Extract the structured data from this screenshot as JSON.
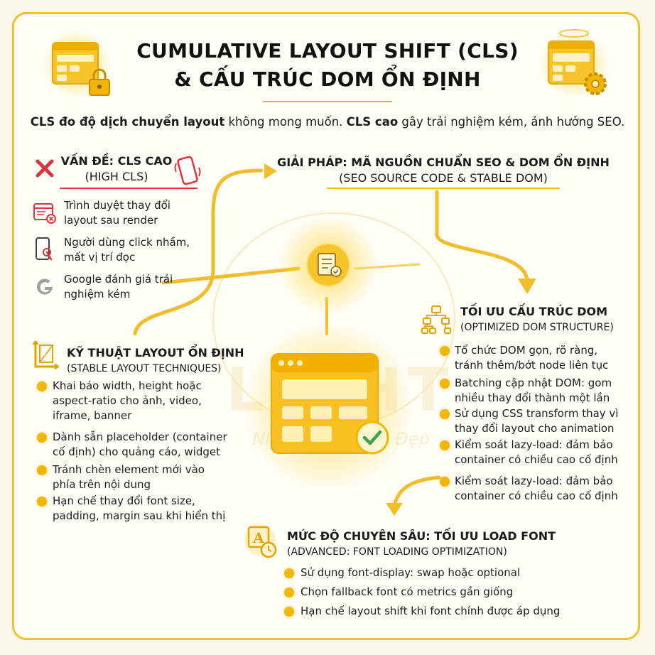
{
  "title": {
    "line1": "CUMULATIVE LAYOUT SHIFT (CLS)",
    "line2": "& CẤU TRÚC DOM ỔN ĐỊNH"
  },
  "intro": {
    "part1_bold": "CLS đo độ dịch chuyển layout",
    "part2": " không mong muốn. ",
    "part3_bold": "CLS cao",
    "part4": " gây trải nghiệm kém, ảnh hưởng SEO."
  },
  "problem": {
    "heading_line1": "VẤN ĐỀ: CLS CAO",
    "heading_line2": "(HIGH CLS)",
    "items": [
      {
        "line1": "Trình duyệt thay đổi",
        "line2": "layout sau render",
        "icon": "browser-error-icon"
      },
      {
        "line1": "Người dùng click nhầm,",
        "line2": "mất vị trí đọc",
        "icon": "phone-tap-icon"
      },
      {
        "line1": "Google đánh giá trải",
        "line2": "nghiệm kém",
        "icon": "google-icon"
      }
    ]
  },
  "solution": {
    "heading_line1": "GIẢI PHÁP: MÃ NGUỒN CHUẨN SEO & DOM ỔN ĐỊNH",
    "heading_line2": "(SEO SOURCE CODE & STABLE DOM)"
  },
  "dom": {
    "heading_line1": "TỐI ƯU CẤU TRÚC DOM",
    "heading_line2": "(OPTIMIZED DOM STRUCTURE)",
    "items": [
      {
        "line1": "Tổ chức DOM gọn, rõ ràng,",
        "line2": "tránh thêm/bớt node liên tục"
      },
      {
        "line1": "Batching cập nhật DOM: gom",
        "line2": "nhiều thay đổi thành một lần"
      },
      {
        "line1": "Sử dụng CSS transform thay vì",
        "line2": "thay đổi layout cho animation"
      },
      {
        "line1": "Kiểm soát lazy-load: đảm bảo",
        "line2": "container có chiều cao cố định"
      },
      {
        "line1": "Kiểm soát lazy-load: đảm bảo",
        "line2": "container có chiều cao cố định"
      }
    ]
  },
  "layout": {
    "heading_line1": "KỸ THUẬT LAYOUT ỔN ĐỊNH",
    "heading_line2": "(STABLE LAYOUT TECHNIQUES)",
    "items": [
      {
        "lines": [
          "Khai báo width, height hoặc",
          "aspect-ratio cho ảnh, video,",
          "iframe, banner"
        ]
      },
      {
        "lines": [
          "Dành sẵn placeholder (container",
          "cố định) cho quảng cáo, widget"
        ]
      },
      {
        "lines": [
          "Tránh chèn element mới vào",
          "phía trên nội dung"
        ]
      },
      {
        "lines": [
          "Hạn chế thay đổi font size,",
          "padding, margin sau khi hiển thị"
        ]
      }
    ]
  },
  "font": {
    "heading_line1": "MỨC ĐỘ CHUYÊN SÂU: TỐI ƯU LOAD FONT",
    "heading_line2": "(ADVANCED: FONT LOADING OPTIMIZATION)",
    "items": [
      "Sử dụng font-display: swap hoặc optional",
      "Chọn fallback font có metrics gần giống",
      "Hạn chế layout shift khi font chính được áp dụng"
    ]
  },
  "watermark": {
    "main": "LIGHT",
    "sub": "Nhanh · Chuẩn · Đẹp"
  },
  "colors": {
    "accent": "#f2b705",
    "accent_light": "#fbd35c",
    "danger": "#d9363e",
    "success": "#2e9e3c",
    "frame": "#f1c232"
  }
}
